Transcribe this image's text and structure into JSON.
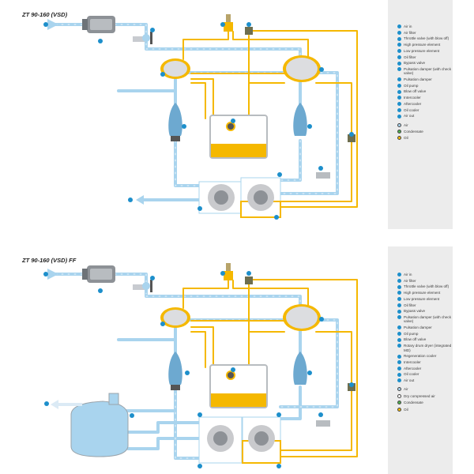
{
  "diagrams": [
    {
      "title": "ZT 90-160 (VSD)",
      "legend_items": [
        {
          "label": "Air in"
        },
        {
          "label": "Air filter"
        },
        {
          "label": "Throttle valve (with blow off)"
        },
        {
          "label": "High pressure element"
        },
        {
          "label": "Low pressure element"
        },
        {
          "label": "Oil filter"
        },
        {
          "label": "Bypass valve"
        },
        {
          "label": "Pulsation damper (with check valve)"
        },
        {
          "label": "Pulsation damper"
        },
        {
          "label": "Oil pump"
        },
        {
          "label": "Blow off valve"
        },
        {
          "label": "Intercooler"
        },
        {
          "label": "Aftercooler"
        },
        {
          "label": "Oil cooler"
        },
        {
          "label": "Air out"
        }
      ],
      "flow_key": [
        {
          "label": "Air",
          "color": "#a9d4ee"
        },
        {
          "label": "Condensate",
          "color": "#4caf50"
        },
        {
          "label": "Oil",
          "color": "#f5b800"
        }
      ]
    },
    {
      "title": "ZT 90-160 (VSD) FF",
      "legend_items": [
        {
          "label": "Air in"
        },
        {
          "label": "Air filter"
        },
        {
          "label": "Throttle valve (with blow off)"
        },
        {
          "label": "High pressure element"
        },
        {
          "label": "Low pressure element"
        },
        {
          "label": "Oil filter"
        },
        {
          "label": "Bypass valve"
        },
        {
          "label": "Pulsation damper (with check valve)"
        },
        {
          "label": "Pulsation damper"
        },
        {
          "label": "Oil pump"
        },
        {
          "label": "Blow off valve"
        },
        {
          "label": "Rotary drum dryer (integrated MD)"
        },
        {
          "label": "Regeneration cooler"
        },
        {
          "label": "Intercooler"
        },
        {
          "label": "Aftercooler"
        },
        {
          "label": "Oil cooler"
        },
        {
          "label": "Air out"
        }
      ],
      "flow_key": [
        {
          "label": "Air",
          "color": "#a9d4ee"
        },
        {
          "label": "Dry compressed air",
          "color": "#ffffff"
        },
        {
          "label": "Condensate",
          "color": "#4caf50"
        },
        {
          "label": "Oil",
          "color": "#f5b800"
        }
      ]
    }
  ],
  "colors": {
    "air": "#a9d4ee",
    "oil": "#f5b800",
    "marker": "#1d8fcb",
    "legend_bg": "#ececec"
  }
}
